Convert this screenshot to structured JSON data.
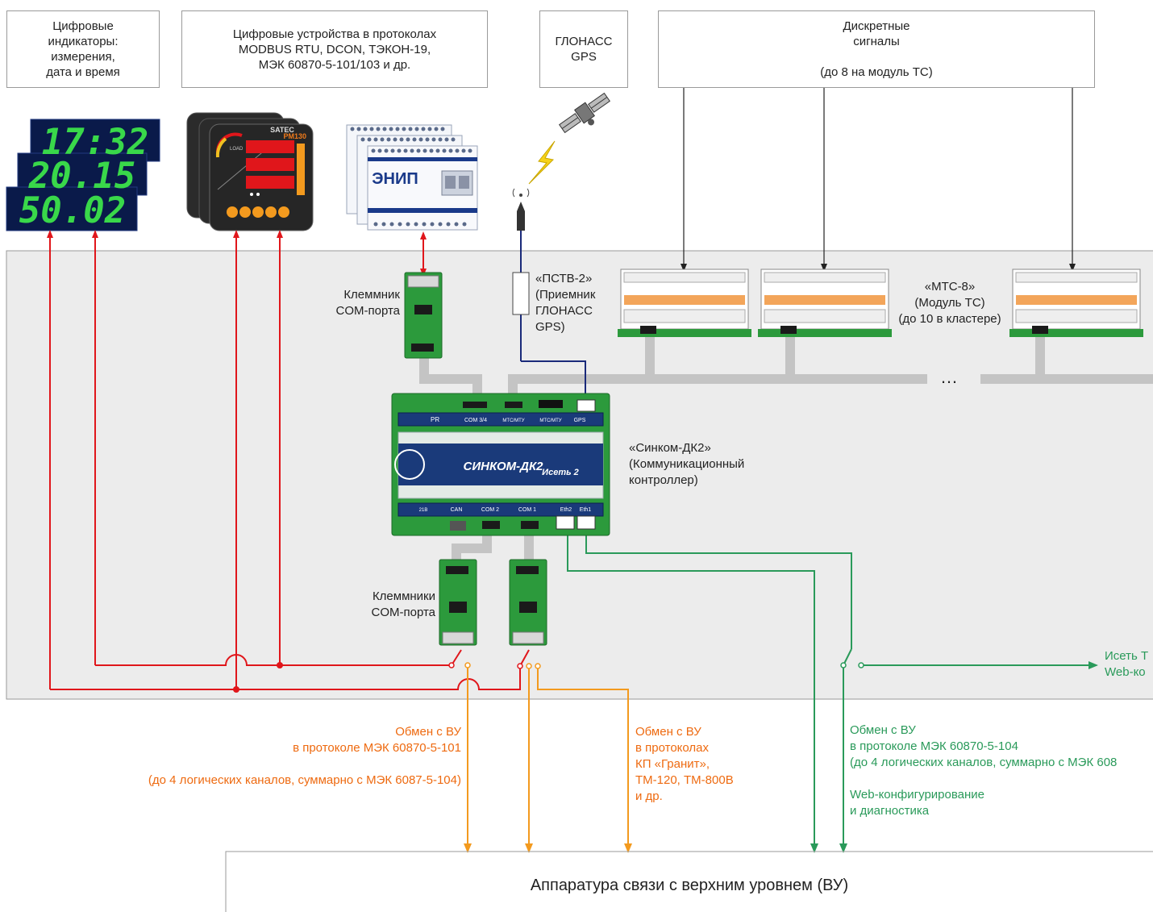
{
  "top_boxes": {
    "indicators": [
      "Цифровые",
      "индикаторы:",
      "измерения,",
      "дата и время"
    ],
    "digital_devices": [
      "Цифровые устройства в протоколах",
      "MODBUS RTU, DCON, ТЭКОН-19,",
      "МЭК 60870-5-101/103 и др."
    ],
    "glonass": [
      "ГЛОНАСС",
      "GPS"
    ],
    "discrete": [
      "Дискретные",
      "сигналы",
      "",
      "(до 8 на модуль ТС)"
    ]
  },
  "indicator_values": [
    "17:32",
    "20.15",
    "50.02"
  ],
  "meter": {
    "brand": "SATEC",
    "model": "PM130",
    "load": "LOAD"
  },
  "enip": {
    "logo": "ЭНИП"
  },
  "labels": {
    "com_terminal": [
      "Клеммник",
      "COM-порта"
    ],
    "pstv": [
      "«ПСТВ-2»",
      "(Приемник",
      "ГЛОНАСС",
      "GPS)"
    ],
    "mts": [
      "«МТС-8»",
      "(Модуль ТС)",
      "(до 10 в кластере)"
    ],
    "ellipsis": "…",
    "controller": [
      "«Синком-ДК2»",
      "(Коммуникационный",
      "контроллер)"
    ],
    "com_terminals": [
      "Клеммники",
      "COM-порта"
    ],
    "iset_web": [
      "Исеть Т",
      "Web-ко"
    ]
  },
  "controller": {
    "name": "СИНКОМ-ДК2",
    "sub": "Исеть 2",
    "ports_top": [
      "COM 3/4",
      "МТС/МТУ",
      "МТС/МТУ",
      "GPS"
    ],
    "ports_bottom": [
      "CAN",
      "COM 2",
      "COM 1",
      "Eth2",
      "Eth1"
    ],
    "small_top": "PR",
    "small_bottom": "21B"
  },
  "exchange": {
    "iec101": [
      "Обмен с ВУ",
      "в протоколе МЭК 60870-5-101",
      "",
      "(до 4 логических каналов, суммарно с МЭК 6087-5-104)"
    ],
    "granit": [
      "Обмен с ВУ",
      "в протоколах",
      "КП «Гранит»,",
      "ТМ-120, ТМ-800В",
      "и др."
    ],
    "iec104": [
      "Обмен с ВУ",
      "в протоколе МЭК 60870-5-104",
      "(до 4 логических каналов, суммарно с МЭК 608",
      "",
      "Web-конфигурирование",
      "и диагностика"
    ]
  },
  "bottom_box": "Аппаратура связи с верхним уровнем (ВУ)",
  "colors": {
    "red": "#e0161b",
    "orange": "#f39a1e",
    "green": "#2a9a5a",
    "navy": "#1a2a7a",
    "gray_bus": "#c4c4c4",
    "panel": "#ececec"
  }
}
